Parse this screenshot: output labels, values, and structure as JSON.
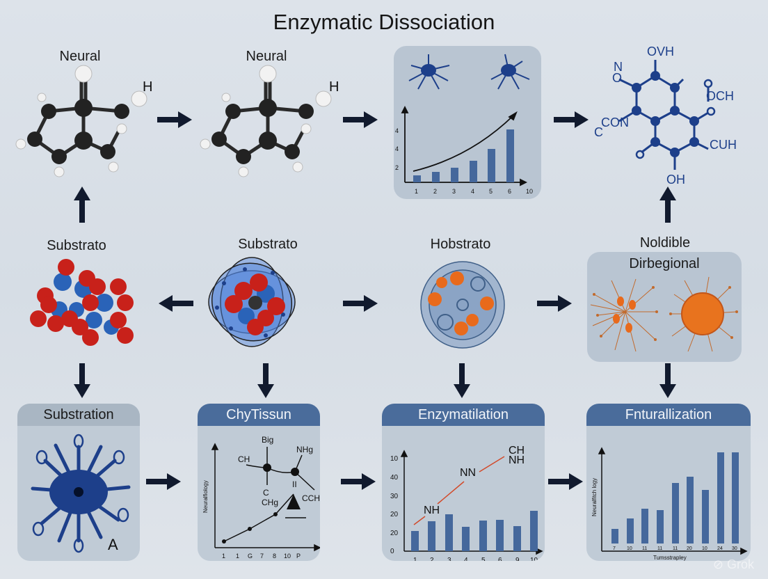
{
  "title": "Enzymatic Dissociation",
  "colors": {
    "background": "#d9e0e7",
    "arrow": "#111a2e",
    "panel": "#b9c5d2",
    "header_blue": "#4a6c9b",
    "header_grey": "#a9b6c3",
    "bar": "#45689c",
    "molecule_blue": "#1d3f8a",
    "atom_red": "#c8211a",
    "atom_orange": "#e86a1c"
  },
  "row1": {
    "item1": {
      "label": "Neural",
      "atom_label": "H"
    },
    "item2": {
      "label": "Neural",
      "atom_label": "H"
    },
    "item3": {
      "type": "neuron-growth-chart"
    },
    "item4": {
      "labels": [
        "OVH",
        "N",
        "O",
        "CON",
        "C",
        "OCH",
        "CUH",
        "OH"
      ]
    }
  },
  "row2": {
    "item1": {
      "label": "Substrato"
    },
    "item2": {
      "label": "Substrato"
    },
    "item3": {
      "label": "Hobstrato"
    },
    "item4": {
      "label": "Noldible",
      "panel_title": "Dirbegional"
    }
  },
  "row3": {
    "box1": {
      "header": "Substration",
      "marker": "A"
    },
    "box2": {
      "header": "ChyTissun",
      "ylabel": "Neuralfiology",
      "xticks": [
        "1",
        "1",
        "G",
        "7",
        "8",
        "10",
        "P"
      ],
      "annotations": [
        "Big",
        "NHg",
        "CH",
        "C",
        "CHg",
        "II",
        "CCHg"
      ]
    },
    "box3": {
      "header": "Enzymatilation",
      "yticks": [
        "0",
        "20",
        "20",
        "30",
        "40",
        "10"
      ],
      "xticks": [
        "1",
        "2",
        "3",
        "4",
        "5",
        "6",
        "9",
        "10"
      ],
      "annotations": [
        "NH",
        "NN",
        "CH",
        "NH"
      ]
    },
    "box4": {
      "header": "Fnturallization",
      "ylabel": "Neuralfitch logy",
      "xlabel": "Tumsstrapley",
      "xticks": [
        "7",
        "10",
        "11",
        "11",
        "11",
        "20",
        "10",
        "24",
        "30"
      ]
    }
  },
  "watermark": "Grok",
  "chart_data": [
    {
      "type": "bar",
      "title": "",
      "categories": [
        "1",
        "2",
        "3",
        "4",
        "5",
        "6"
      ],
      "extra_xtick": "10",
      "yticks": [
        "2",
        "4",
        "4"
      ],
      "values": [
        0.5,
        0.8,
        1.2,
        1.8,
        2.8,
        4.3
      ],
      "trend": "exponential arrow",
      "xlabel": "",
      "ylabel": ""
    },
    {
      "type": "line",
      "title": "ChyTissun",
      "xticks": [
        "1",
        "1",
        "G",
        "7",
        "8",
        "10",
        "P"
      ],
      "points": [
        [
          1,
          1
        ],
        [
          3,
          2.5
        ],
        [
          5,
          4
        ],
        [
          6.5,
          6
        ]
      ],
      "ylabel": "Neuralfiology"
    },
    {
      "type": "bar",
      "title": "Enzymatilation",
      "categories": [
        "1",
        "2",
        "3",
        "4",
        "5",
        "6",
        "9",
        "10"
      ],
      "values": [
        9,
        15,
        18,
        12,
        16,
        16,
        12,
        21
      ],
      "yticks": [
        "0",
        "20",
        "20",
        "30",
        "40",
        "10"
      ],
      "overlay_line": "red dashed trend with labels NH, NN, CH NH"
    },
    {
      "type": "bar",
      "title": "Fnturallization",
      "categories": [
        "7",
        "10",
        "11",
        "11",
        "11",
        "20",
        "10",
        "24",
        "30"
      ],
      "values": [
        2,
        4,
        6,
        5.5,
        10,
        11,
        8.5,
        15,
        15
      ],
      "xlabel": "Tumsstrapley",
      "ylabel": "Neuralfitch logy"
    }
  ]
}
